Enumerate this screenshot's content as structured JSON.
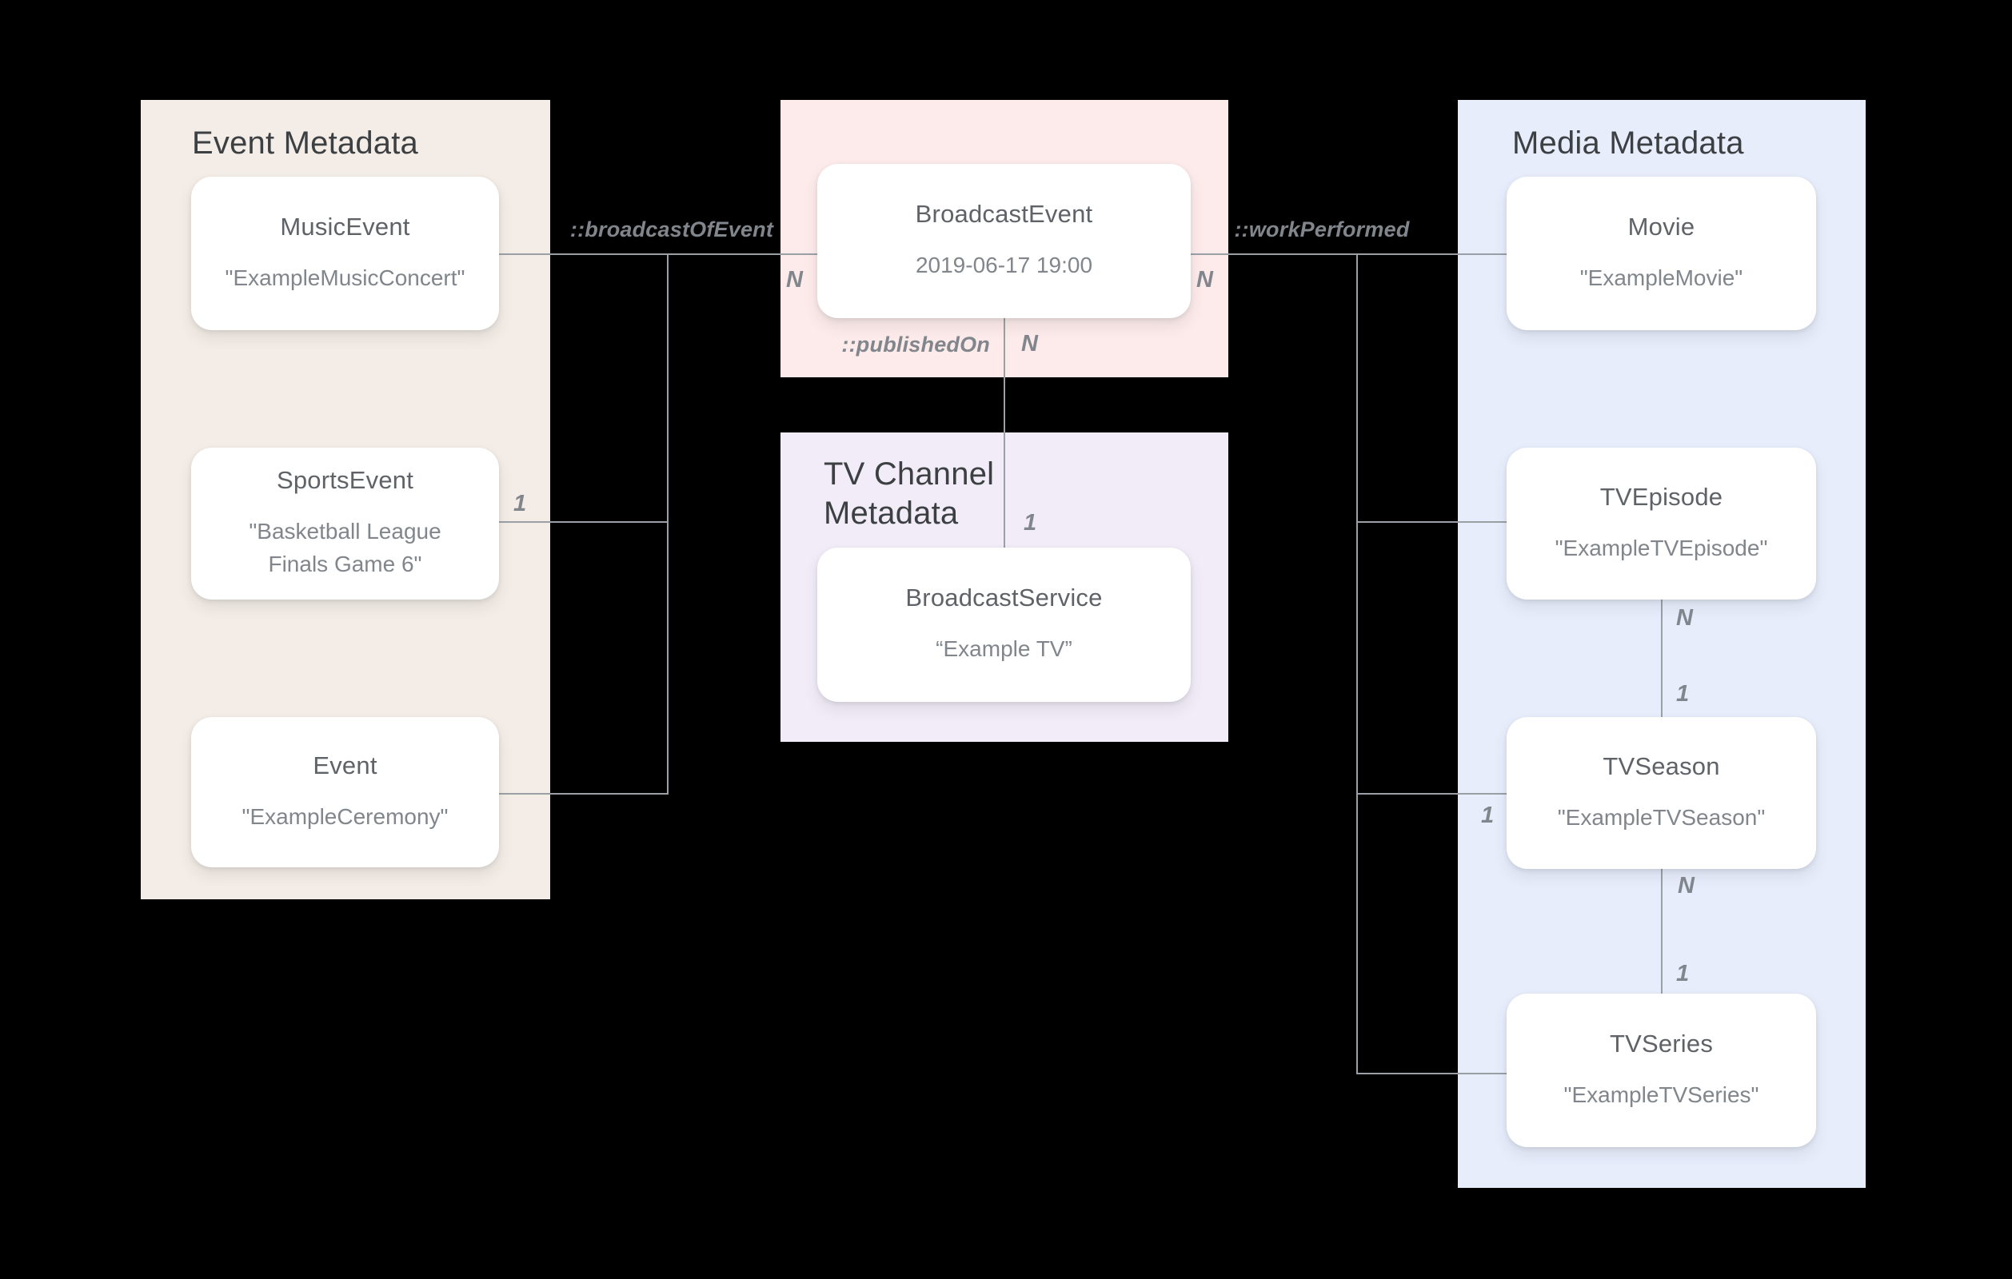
{
  "diagram": {
    "panels": {
      "event_metadata": {
        "title": "Event Metadata"
      },
      "tv_channel_metadata": {
        "title": "TV Channel\nMetadata"
      },
      "media_metadata": {
        "title": "Media Metadata"
      }
    },
    "nodes": {
      "music_event": {
        "type": "MusicEvent",
        "example": "\"ExampleMusicConcert\""
      },
      "sports_event": {
        "type": "SportsEvent",
        "example": "\"Basketball League Finals Game 6\""
      },
      "event": {
        "type": "Event",
        "example": "\"ExampleCeremony\""
      },
      "broadcast_event": {
        "type": "BroadcastEvent",
        "example": "2019-06-17 19:00"
      },
      "broadcast_service": {
        "type": "BroadcastService",
        "example": "“Example TV”"
      },
      "movie": {
        "type": "Movie",
        "example": "\"ExampleMovie\""
      },
      "tv_episode": {
        "type": "TVEpisode",
        "example": "\"ExampleTVEpisode\""
      },
      "tv_season": {
        "type": "TVSeason",
        "example": "\"ExampleTVSeason\""
      },
      "tv_series": {
        "type": "TVSeries",
        "example": "\"ExampleTVSeries\""
      }
    },
    "edge_labels": {
      "broadcast_of_event": "::broadcastOfEvent",
      "published_on": "::publishedOn",
      "work_performed": "::workPerformed"
    },
    "cardinalities": {
      "broadcast_event_left_n": "N",
      "broadcast_event_right_n": "N",
      "published_on_n": "N",
      "published_on_one": "1",
      "sports_event_one": "1",
      "tv_season_one": "1",
      "episode_to_season_n": "N",
      "episode_to_season_one": "1",
      "season_to_series_n": "N",
      "season_to_series_one": "1"
    },
    "colors": {
      "background": "#000000",
      "event_panel": "#f4ece6",
      "broadcast_panel": "#fdeaea",
      "tv_channel_panel": "#f2ecf8",
      "media_panel": "#e8edfc",
      "card": "#ffffff",
      "line": "#9aa0a6",
      "panel_title_text": "#3c4043",
      "node_title_text": "#5f6368",
      "node_subtitle_text": "#80868b"
    }
  }
}
